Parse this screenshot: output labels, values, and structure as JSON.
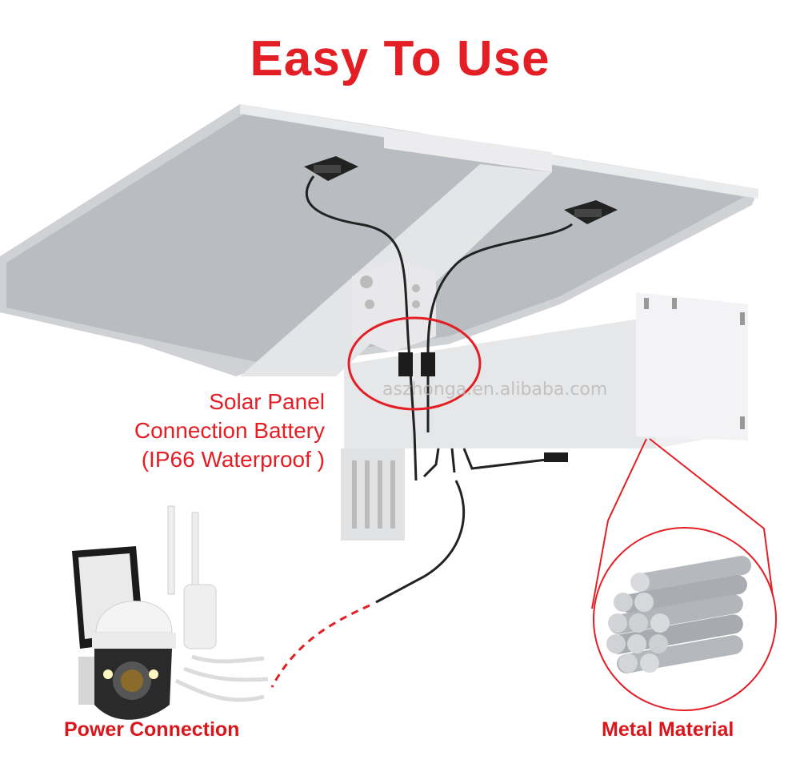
{
  "header": {
    "title": "Easy To Use"
  },
  "callouts": {
    "solar_line1": "Solar Panel",
    "solar_line2": "Connection Battery",
    "solar_line3": "(IP66 Waterproof )",
    "power": "Power Connection",
    "metal": "Metal Material"
  },
  "watermark": "aszhonga.en.alibaba.com",
  "colors": {
    "accent": "#e31e24"
  }
}
